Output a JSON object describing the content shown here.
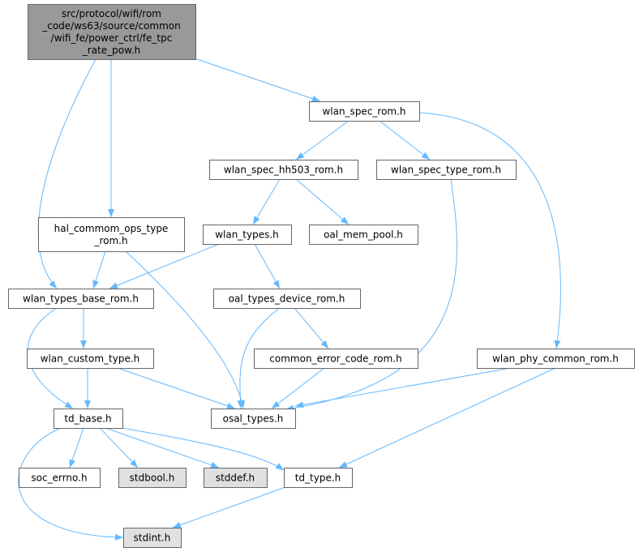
{
  "colors": {
    "edge": "#63b8ff",
    "root_fill": "#999999",
    "node_fill": "#ffffff",
    "system_fill": "#e0e0e0"
  },
  "nodes": [
    {
      "id": "root",
      "lines": [
        "src/protocol/wifi/rom",
        "_code/ws63/source/common",
        "/wifi_fe/power_ctrl/fe_tpc",
        "_rate_pow.h"
      ],
      "kind": "root"
    },
    {
      "id": "wlan_spec_rom",
      "lines": [
        "wlan_spec_rom.h"
      ],
      "kind": "normal"
    },
    {
      "id": "wlan_spec_hh503_rom",
      "lines": [
        "wlan_spec_hh503_rom.h"
      ],
      "kind": "normal"
    },
    {
      "id": "wlan_spec_type_rom",
      "lines": [
        "wlan_spec_type_rom.h"
      ],
      "kind": "normal"
    },
    {
      "id": "hal_commom_ops_type_rom",
      "lines": [
        "hal_commom_ops_type",
        "_rom.h"
      ],
      "kind": "normal"
    },
    {
      "id": "wlan_types",
      "lines": [
        "wlan_types.h"
      ],
      "kind": "normal"
    },
    {
      "id": "oal_mem_pool",
      "lines": [
        "oal_mem_pool.h"
      ],
      "kind": "normal"
    },
    {
      "id": "wlan_types_base_rom",
      "lines": [
        "wlan_types_base_rom.h"
      ],
      "kind": "normal"
    },
    {
      "id": "oal_types_device_rom",
      "lines": [
        "oal_types_device_rom.h"
      ],
      "kind": "normal"
    },
    {
      "id": "wlan_custom_type",
      "lines": [
        "wlan_custom_type.h"
      ],
      "kind": "normal"
    },
    {
      "id": "common_error_code_rom",
      "lines": [
        "common_error_code_rom.h"
      ],
      "kind": "normal"
    },
    {
      "id": "wlan_phy_common_rom",
      "lines": [
        "wlan_phy_common_rom.h"
      ],
      "kind": "normal"
    },
    {
      "id": "td_base",
      "lines": [
        "td_base.h"
      ],
      "kind": "normal"
    },
    {
      "id": "osal_types",
      "lines": [
        "osal_types.h"
      ],
      "kind": "normal"
    },
    {
      "id": "soc_errno",
      "lines": [
        "soc_errno.h"
      ],
      "kind": "normal"
    },
    {
      "id": "stdbool",
      "lines": [
        "stdbool.h"
      ],
      "kind": "system"
    },
    {
      "id": "stddef",
      "lines": [
        "stddef.h"
      ],
      "kind": "system"
    },
    {
      "id": "td_type",
      "lines": [
        "td_type.h"
      ],
      "kind": "normal"
    },
    {
      "id": "stdint",
      "lines": [
        "stdint.h"
      ],
      "kind": "system"
    }
  ],
  "edges": [
    [
      "root",
      "wlan_spec_rom"
    ],
    [
      "root",
      "wlan_types_base_rom"
    ],
    [
      "root",
      "hal_commom_ops_type_rom"
    ],
    [
      "wlan_spec_rom",
      "wlan_spec_hh503_rom"
    ],
    [
      "wlan_spec_rom",
      "wlan_spec_type_rom"
    ],
    [
      "wlan_spec_rom",
      "wlan_phy_common_rom"
    ],
    [
      "wlan_spec_hh503_rom",
      "wlan_types"
    ],
    [
      "wlan_spec_hh503_rom",
      "oal_mem_pool"
    ],
    [
      "wlan_spec_type_rom",
      "osal_types"
    ],
    [
      "hal_commom_ops_type_rom",
      "wlan_types_base_rom"
    ],
    [
      "hal_commom_ops_type_rom",
      "osal_types"
    ],
    [
      "wlan_types",
      "wlan_types_base_rom"
    ],
    [
      "wlan_types",
      "oal_types_device_rom"
    ],
    [
      "wlan_types_base_rom",
      "wlan_custom_type"
    ],
    [
      "wlan_types_base_rom",
      "td_base"
    ],
    [
      "oal_types_device_rom",
      "common_error_code_rom"
    ],
    [
      "oal_types_device_rom",
      "osal_types"
    ],
    [
      "wlan_custom_type",
      "td_base"
    ],
    [
      "wlan_custom_type",
      "osal_types"
    ],
    [
      "common_error_code_rom",
      "osal_types"
    ],
    [
      "wlan_phy_common_rom",
      "osal_types"
    ],
    [
      "wlan_phy_common_rom",
      "td_type"
    ],
    [
      "td_base",
      "soc_errno"
    ],
    [
      "td_base",
      "stdbool"
    ],
    [
      "td_base",
      "stddef"
    ],
    [
      "td_base",
      "td_type"
    ],
    [
      "td_base",
      "stdint"
    ],
    [
      "td_type",
      "stdint"
    ]
  ]
}
